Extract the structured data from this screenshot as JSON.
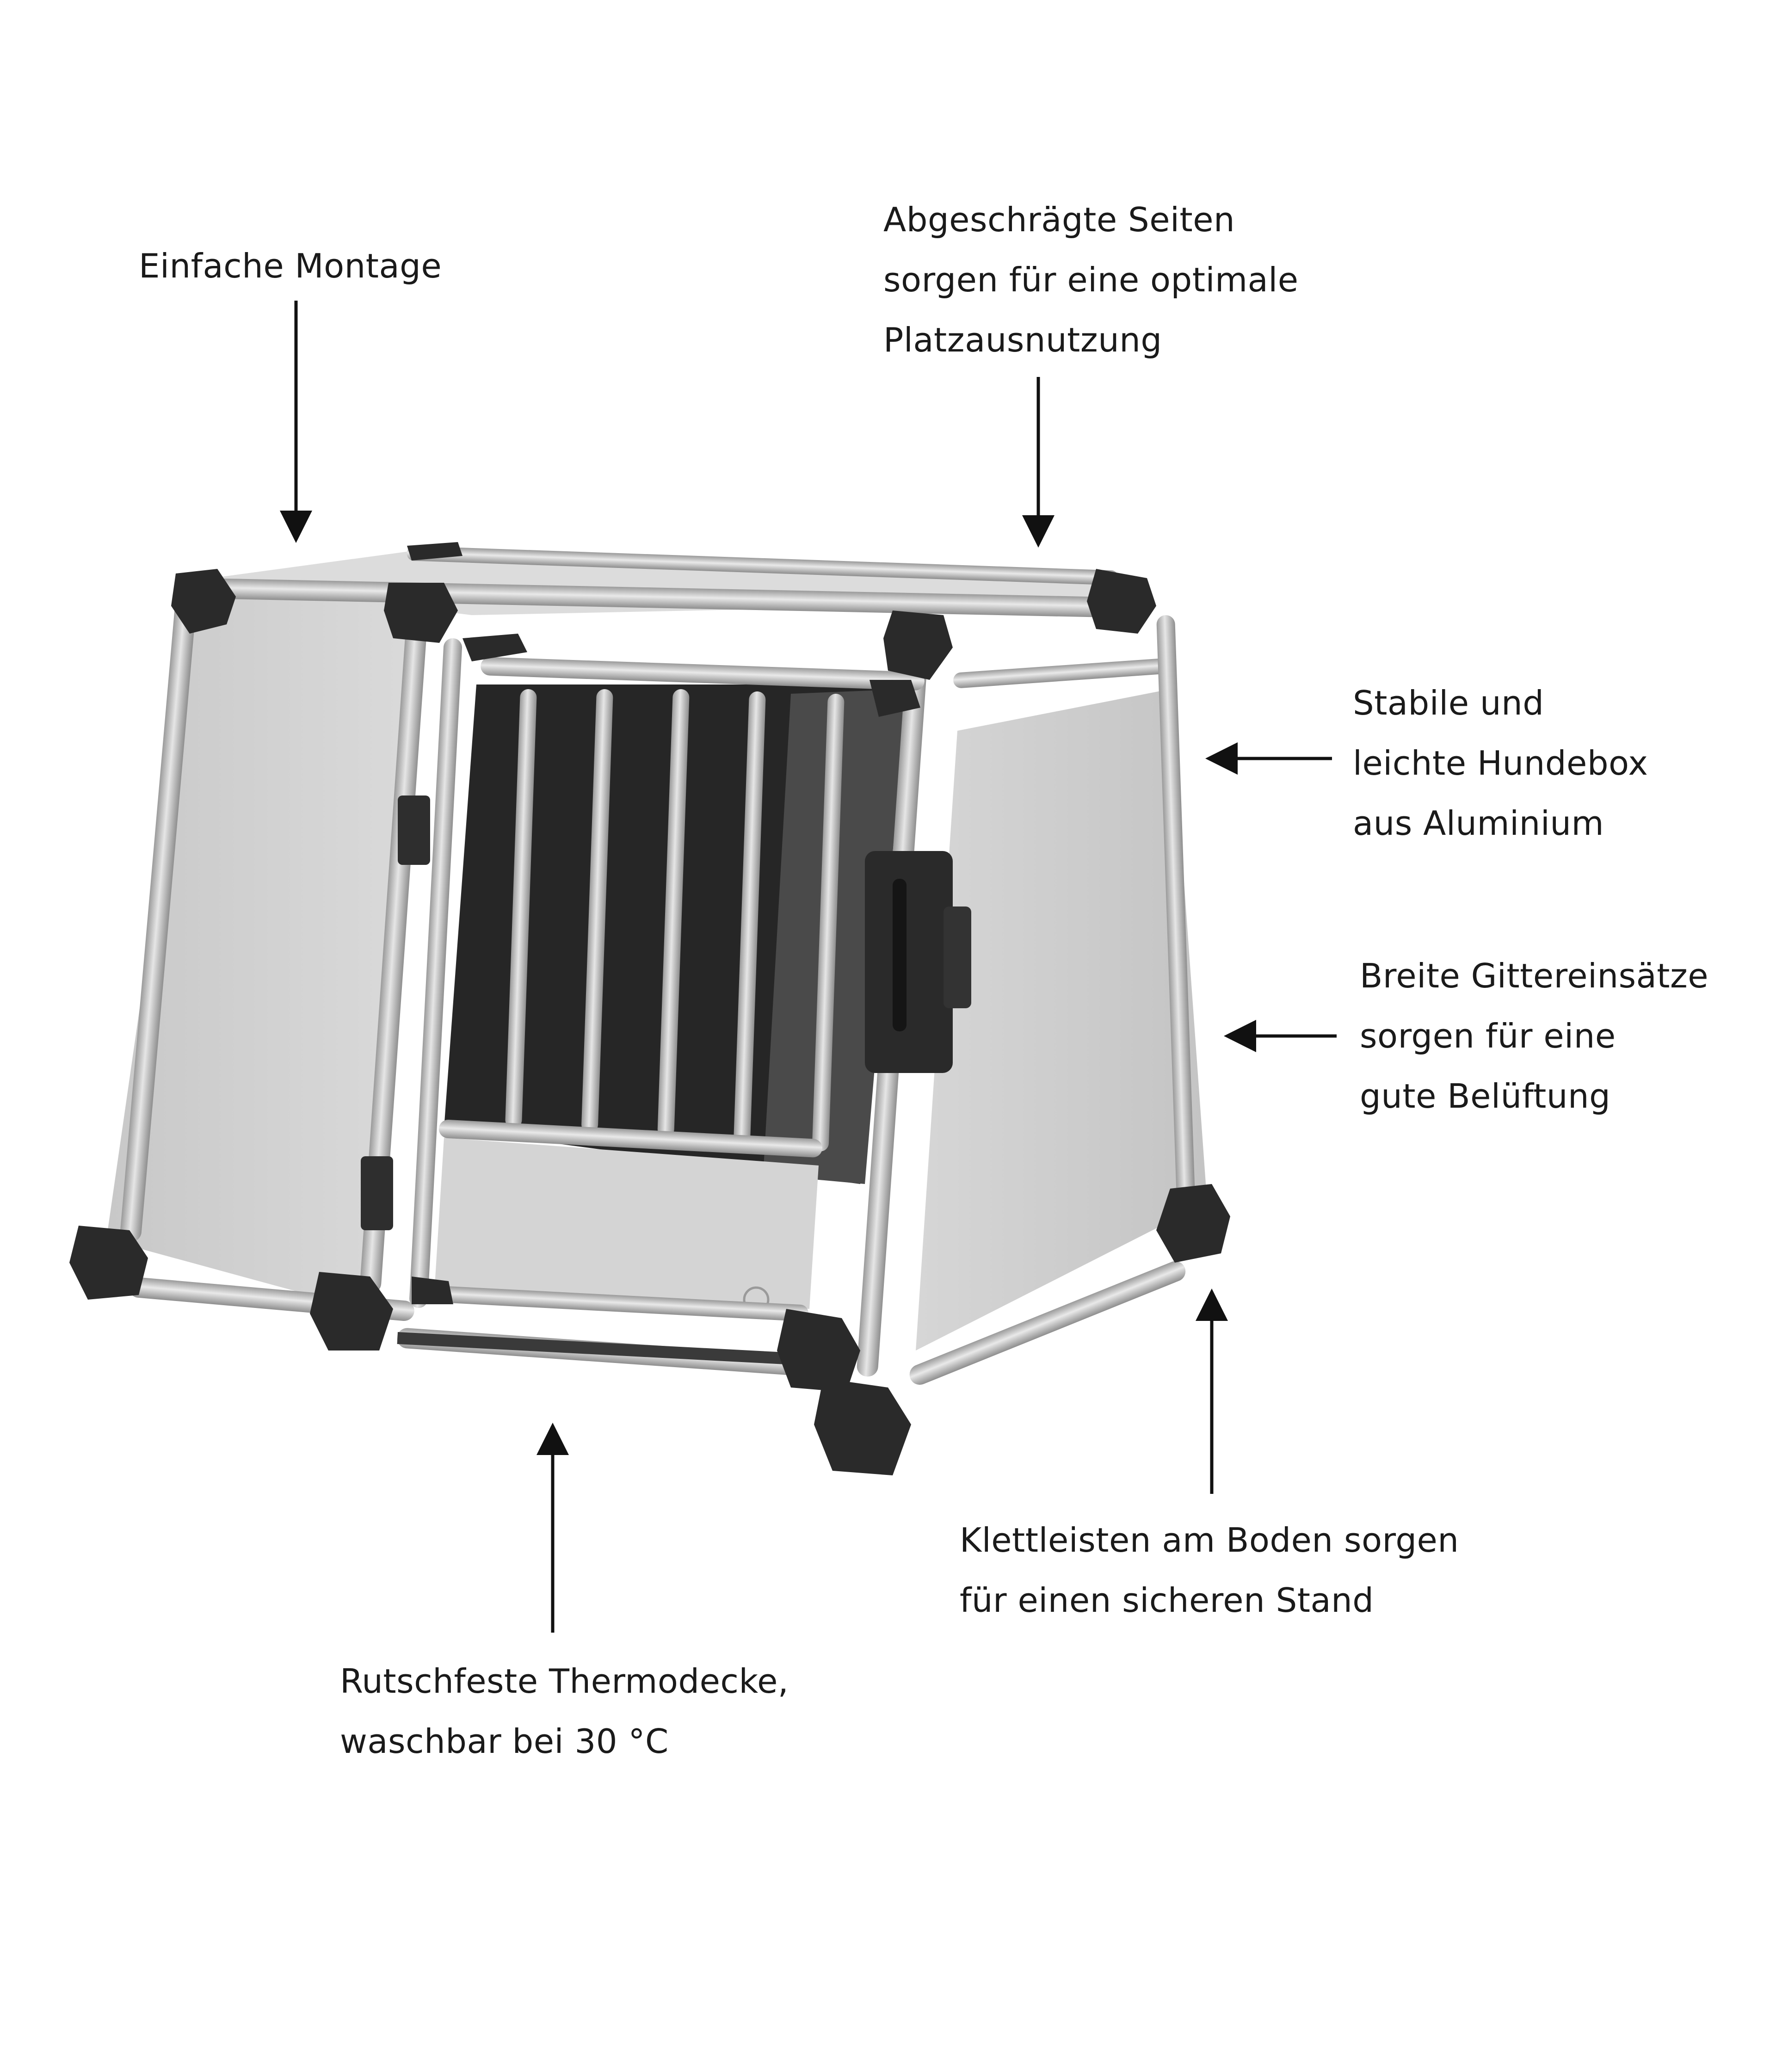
{
  "callouts": {
    "montage": [
      "Einfache Montage"
    ],
    "seiten": [
      "Abgeschrägte Seiten",
      "sorgen für eine optimale",
      "Platzausnutzung"
    ],
    "stabil": [
      "Stabile und",
      "leichte Hundebox",
      "aus Aluminium"
    ],
    "gitter": [
      "Breite Gittereinsätze",
      "sorgen für eine",
      "gute Belüftung"
    ],
    "klett": [
      "Klettleisten am Boden sorgen",
      "für einen sicheren Stand"
    ],
    "thermo": [
      "Rutschfeste Thermodecke,",
      "waschbar bei 30 °C"
    ]
  },
  "colors": {
    "text": "#1a1a1a",
    "panel": "#cfcfcf",
    "tube": "#bdbdbd",
    "corner": "#2b2b2b",
    "interior": "#2a2a2a"
  }
}
